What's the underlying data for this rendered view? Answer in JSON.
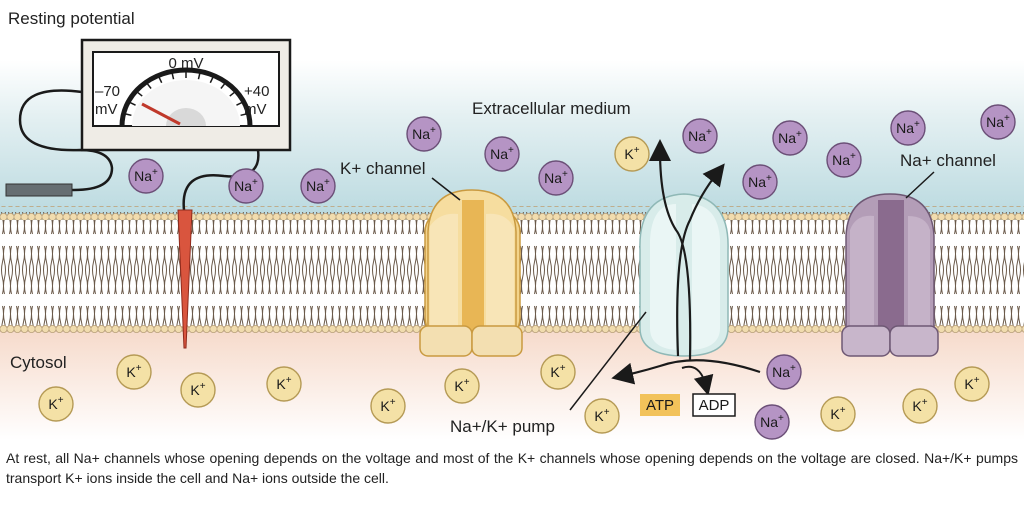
{
  "title": "Resting potential",
  "labels": {
    "extracellular": "Extracellular medium",
    "cytosol": "Cytosol",
    "k_channel": "K+ channel",
    "na_channel": "Na+ channel",
    "pump": "Na+/K+ pump",
    "atp": "ATP",
    "adp": "ADP"
  },
  "voltmeter": {
    "min_value": "–70",
    "min_unit": "mV",
    "mid_label": "0 mV",
    "max_value": "+40",
    "max_unit": "mV"
  },
  "ions": {
    "na": {
      "base": "Na",
      "charge": "+"
    },
    "k": {
      "base": "K",
      "charge": "+"
    }
  },
  "caption": "At rest, all Na+ channels whose opening depends on the voltage and most of the K+ channels whose opening depends on the voltage are closed. Na+/K+ pumps transport K+ ions inside the cell and Na+ ions outside the cell.",
  "colors": {
    "na_ion": "#b594c4",
    "k_ion": "#f4e1a6",
    "k_channel": "#f0c56a",
    "pump": "#cfe8e6",
    "na_channel": "#a88ca8",
    "atp_box": "#f2c25a",
    "electrode": "#d9553e"
  }
}
